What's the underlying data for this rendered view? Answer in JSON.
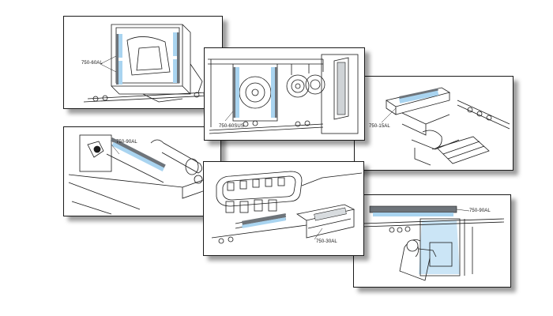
{
  "panels": [
    {
      "label": "750-60AL",
      "scene": "cabinet-door-ionizer-bars"
    },
    {
      "label": "750-60SUS",
      "scene": "wheel-inspection-ionizer-bars"
    },
    {
      "label": "750-15AL",
      "scene": "conveyor-ionizer-bar"
    },
    {
      "label": "750-90AL",
      "scene": "roller-web-ionizer-bar"
    },
    {
      "label": "750-30AL",
      "scene": "overhead-track-ionizer-bar"
    },
    {
      "label": "750-90AL",
      "scene": "operator-workstation-ionizer-bar"
    }
  ],
  "colors": {
    "line": "#1a1a1a",
    "ionizer_glow": "#a9d4f0",
    "ionizer_bar": "#6e747a",
    "panel_border": "#1a1a1a",
    "shadow": "#888888"
  }
}
